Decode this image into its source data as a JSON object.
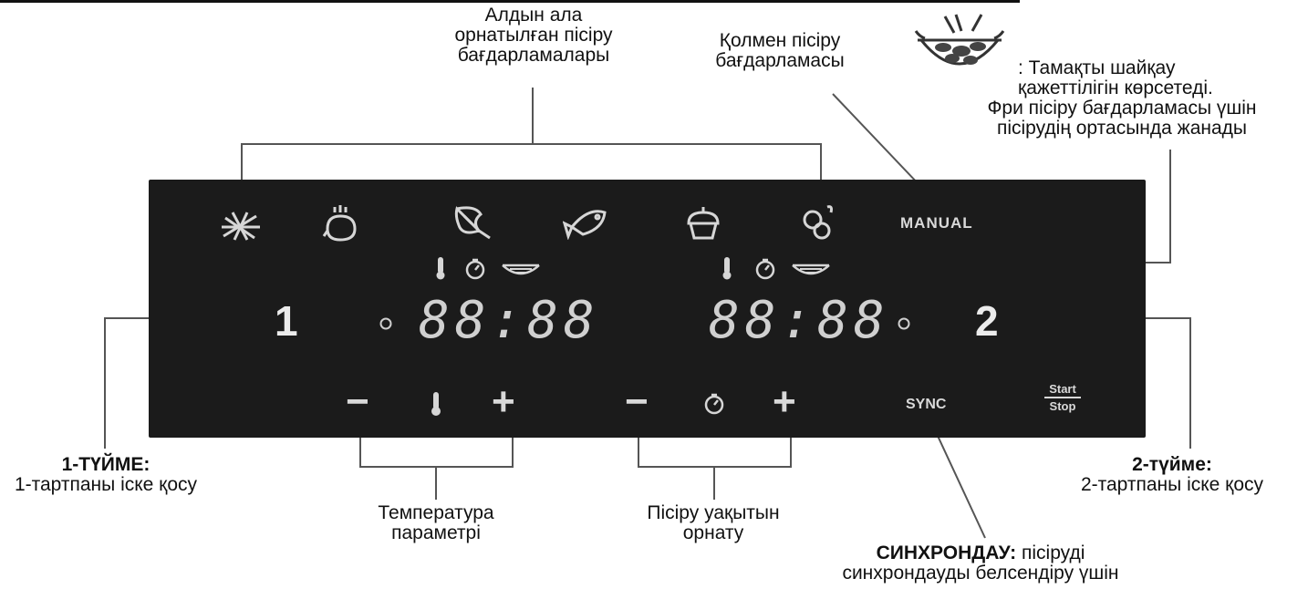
{
  "callouts": {
    "preset": [
      "Алдын ала",
      "орнатылған пісіру",
      "бағдарламалары"
    ],
    "manual": [
      "Қолмен пісіру",
      "бағдарламасы"
    ],
    "shake": [
      "Тамақты шайқау",
      "қажеттілігін көрсетеді.",
      "Фри пісіру бағдарламасы үшін",
      "пісірудің ортасында жанады"
    ],
    "btn1_title": "1-ТҮЙМЕ:",
    "btn1_desc": "1-тартпаны іске қосу",
    "temp": [
      "Температура",
      "параметрі"
    ],
    "time": [
      "Пісіру уақытын",
      "орнату"
    ],
    "btn2_title": "2-түйме:",
    "btn2_desc": "2-тартпаны іске қосу",
    "sync_title": "СИНХРОНДАУ:",
    "sync_desc1": "пісіруді",
    "sync_desc2": "синхрондауды белсендіру үшін"
  },
  "panel": {
    "manual_label": "MANUAL",
    "drawer1": "1",
    "drawer2": "2",
    "display1": "88:88",
    "display2": "88:88",
    "minus": "−",
    "plus": "+",
    "sync_label": "SYNC",
    "start_label": "Start",
    "stop_label": "Stop"
  },
  "icons": [
    "fries-icon",
    "chicken-icon",
    "steak-icon",
    "fish-icon",
    "cake-icon",
    "vegetables-icon",
    "thermometer-icon",
    "timer-icon",
    "shake-basket-icon"
  ],
  "colors": {
    "panel": "#1b1b1b",
    "panel_text": "#d9d9d9",
    "ink": "#111111"
  }
}
